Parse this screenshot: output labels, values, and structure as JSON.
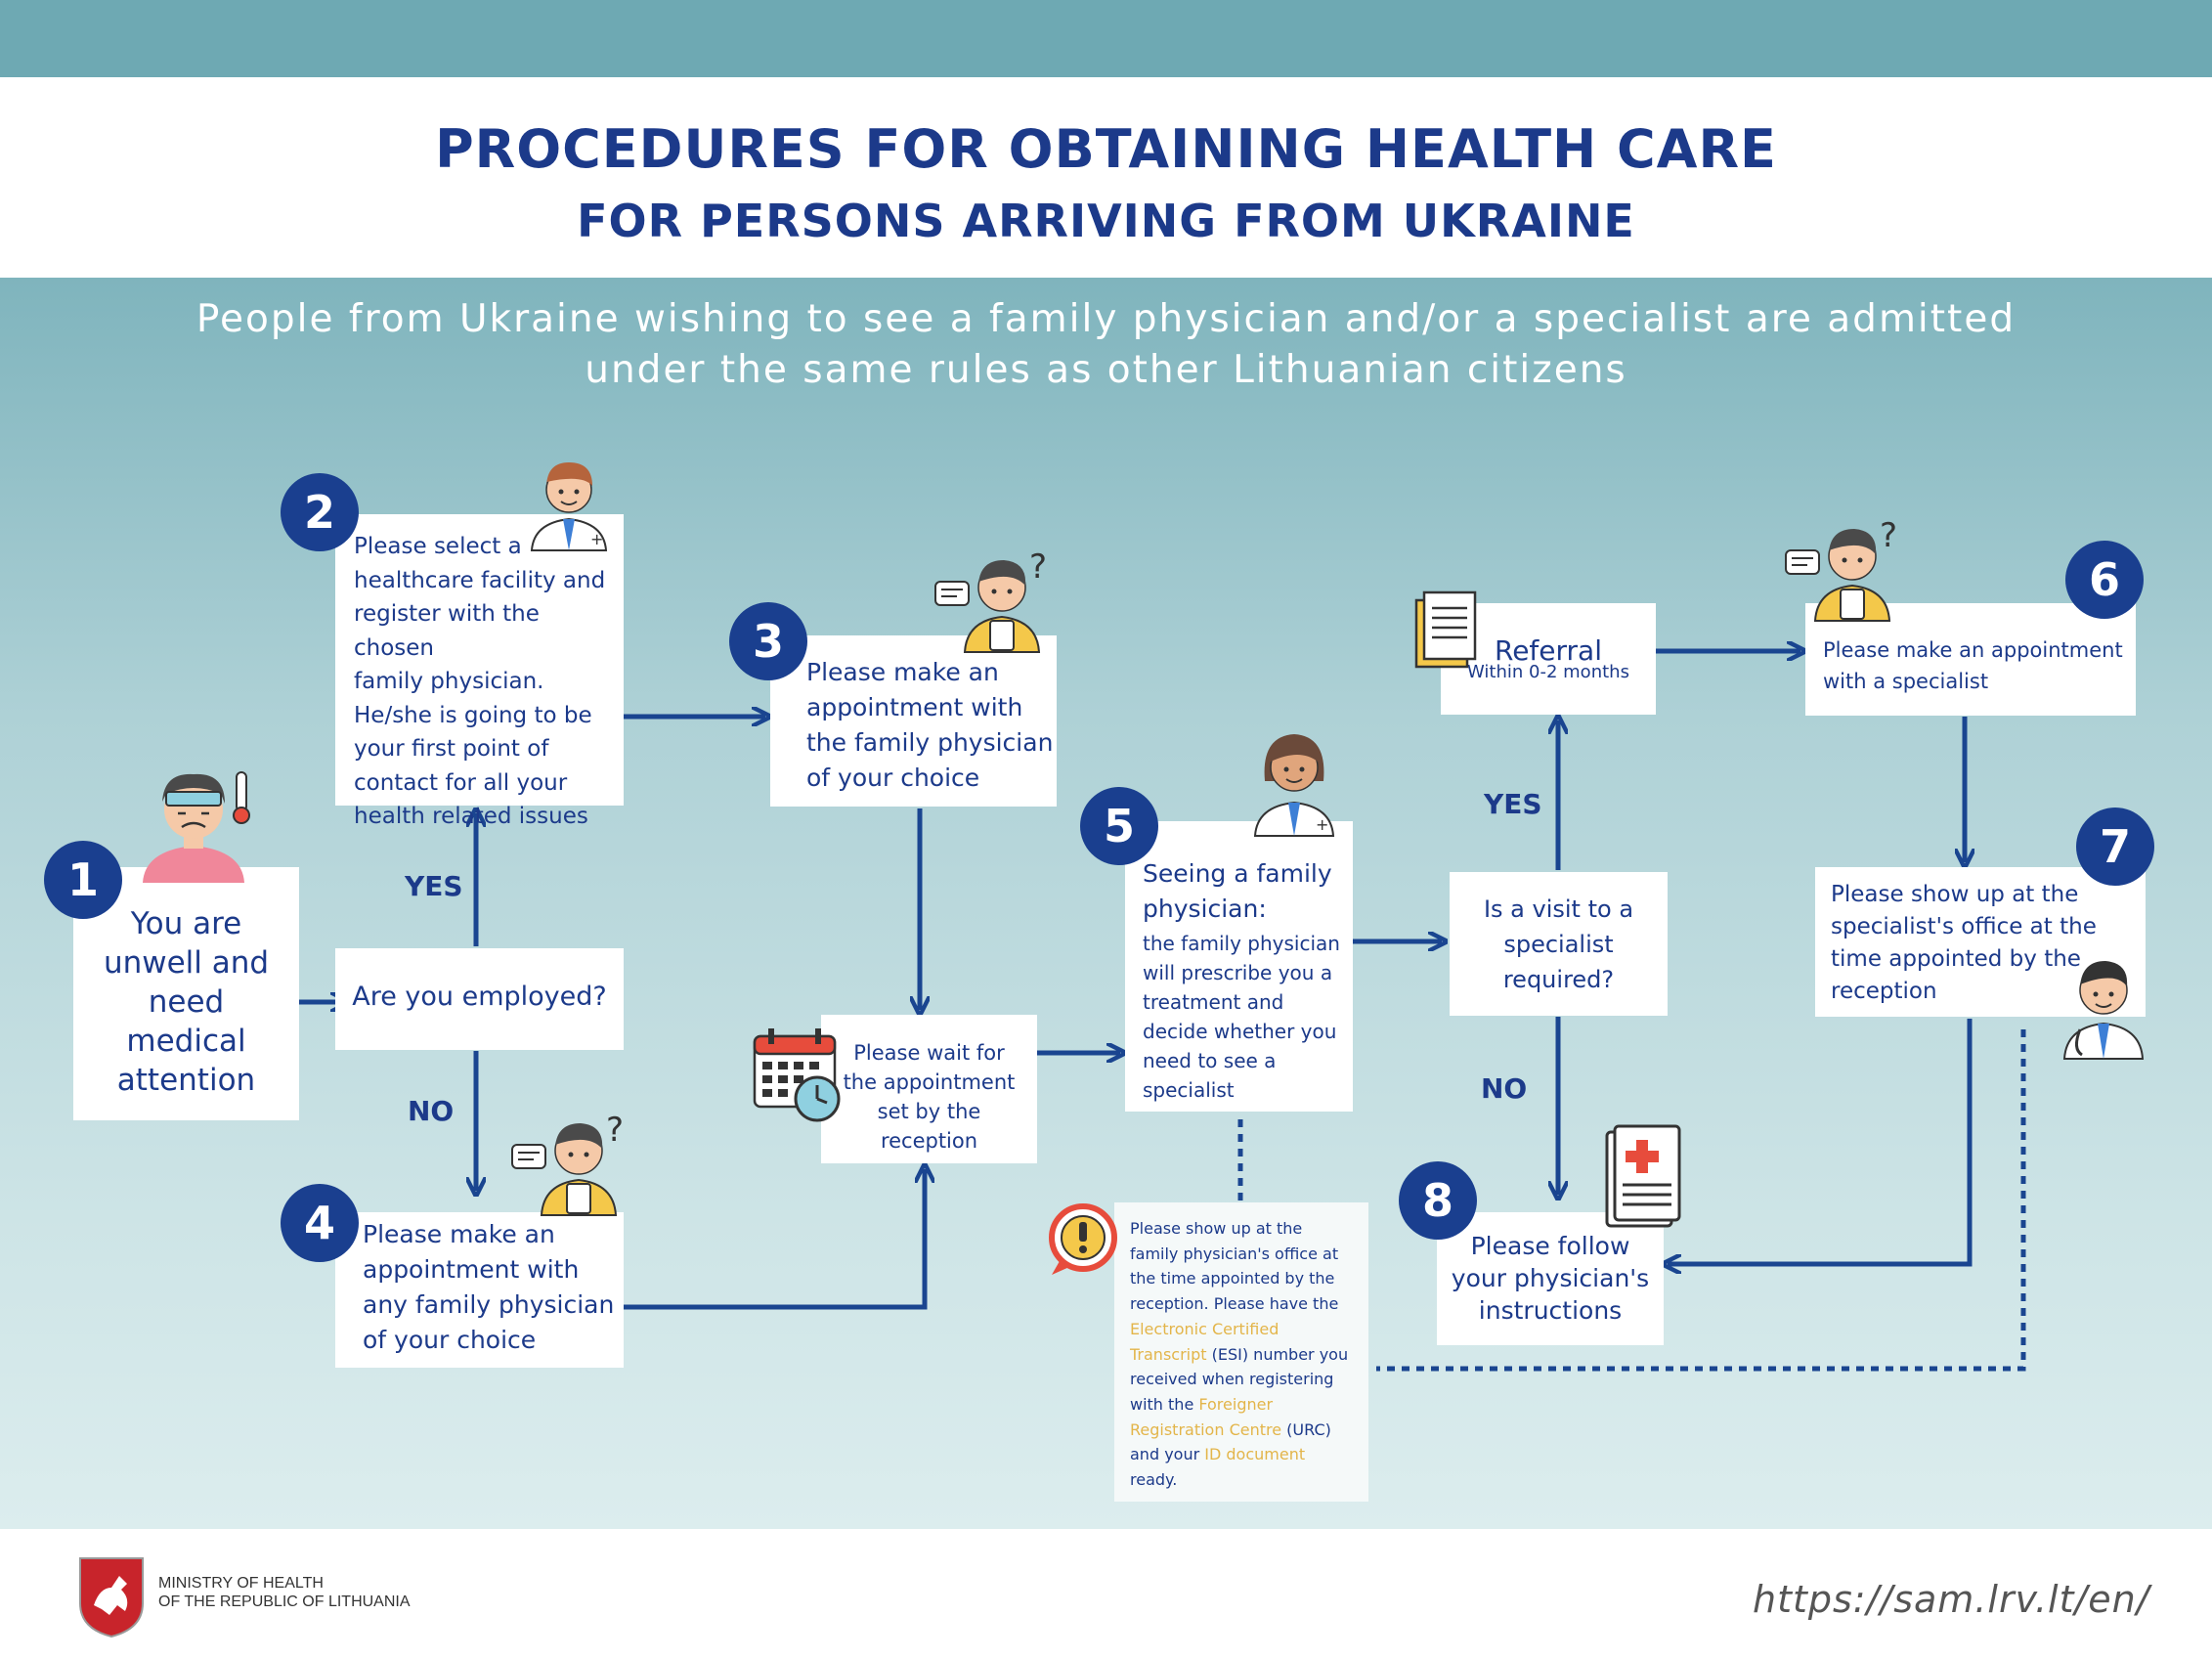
{
  "header": {
    "title_line1": "PROCEDURES FOR OBTAINING HEALTH CARE",
    "title_line2": "FOR PERSONS ARRIVING FROM UKRAINE"
  },
  "subtitle": {
    "line1": "People from Ukraine wishing to see a family physician and/or a specialist are admitted",
    "line2": "under the same rules as other Lithuanian citizens"
  },
  "steps": {
    "s1": {
      "num": "1",
      "l1": "You are",
      "l2": "unwell and",
      "l3": "need",
      "l4": "medical",
      "l5": "attention"
    },
    "s2": {
      "num": "2",
      "l1": "Please select a",
      "l2": "healthcare facility and",
      "l3": "register with the chosen",
      "l4": "family physician.",
      "l5": "He/she is going to be",
      "l6": "your first point of",
      "l7": "contact for all your",
      "l8": "health related issues"
    },
    "s3": {
      "num": "3",
      "l1": "Please make an",
      "l2": "appointment with",
      "l3": "the family physician",
      "l4": "of your choice"
    },
    "s4": {
      "num": "4",
      "l1": "Please make an",
      "l2": "appointment with",
      "l3": "any family physician",
      "l4": "of your choice"
    },
    "s5": {
      "num": "5",
      "l1": "Seeing a family",
      "l2": "physician:",
      "l3": "the family physician",
      "l4": "will prescribe you a",
      "l5": "treatment and",
      "l6": "decide whether you",
      "l7": "need to see a",
      "l8": "specialist"
    },
    "s6": {
      "num": "6",
      "l1": "Please make an appointment",
      "l2": "with a specialist"
    },
    "s7": {
      "num": "7",
      "l1": "Please show up at the",
      "l2": "specialist's office at the",
      "l3": "time appointed by the",
      "l4": "reception"
    },
    "s8": {
      "num": "8",
      "l1": "Please follow",
      "l2": "your physician's",
      "l3": "instructions"
    }
  },
  "decisions": {
    "employed": "Are you employed?",
    "specialist": {
      "l1": "Is a visit to a",
      "l2": "specialist",
      "l3": "required?"
    }
  },
  "wait": {
    "l1": "Please wait for",
    "l2": "the appointment",
    "l3": "set by the",
    "l4": "reception"
  },
  "referral": {
    "title": "Referral",
    "sub": "Within 0-2 months"
  },
  "labels": {
    "yes": "YES",
    "no": "NO"
  },
  "note": {
    "l1": "Please show up at the",
    "l2": "family physician's office at",
    "l3": "the time appointed by the",
    "l4": "reception. Please have the",
    "l5": "Electronic Certified",
    "l6a": "Transcript",
    "l6b": " (ESI) number you",
    "l7": "received when registering",
    "l8a": "with the ",
    "l8b": "Foreigner",
    "l9a": "Registration Centre",
    "l9b": " (URC)",
    "l10a": "and your ",
    "l10b": "ID document",
    "l11": "ready."
  },
  "footer": {
    "ministry_l1": "MINISTRY OF HEALTH",
    "ministry_l2": "OF THE REPUBLIC OF LITHUANIA",
    "url": "https://sam.lrv.lt/en/"
  },
  "colors": {
    "navy": "#1c3a8a",
    "arrow": "#1a4590",
    "teal": "#6ea9b3",
    "highlight": "#e3b54a"
  }
}
